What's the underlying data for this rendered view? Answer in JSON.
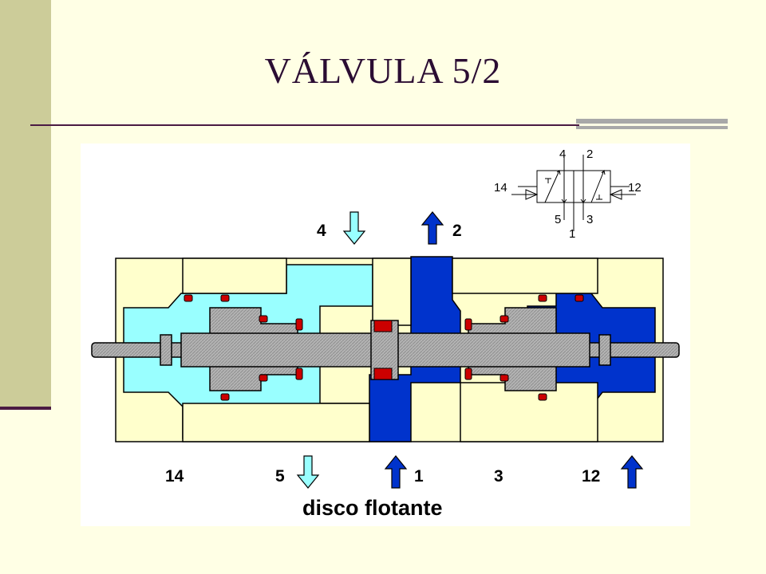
{
  "slide": {
    "title": "VÁLVULA 5/2"
  },
  "diagram": {
    "ports_top": {
      "port_4": "4",
      "port_2": "2"
    },
    "ports_bottom": {
      "port_14": "14",
      "port_5": "5",
      "port_1": "1",
      "port_3": "3",
      "port_12": "12"
    },
    "caption": "disco flotante",
    "symbol": {
      "p4": "4",
      "p2": "2",
      "p14": "14",
      "p12": "12",
      "p5": "5",
      "p3": "3",
      "p1": "1"
    },
    "colors": {
      "body": "#FFFFCC",
      "exhaust_air": "#99FFFF",
      "pressure_air": "#0033CC",
      "spool": "#A8A8A8",
      "seals": "#CC0000"
    }
  }
}
